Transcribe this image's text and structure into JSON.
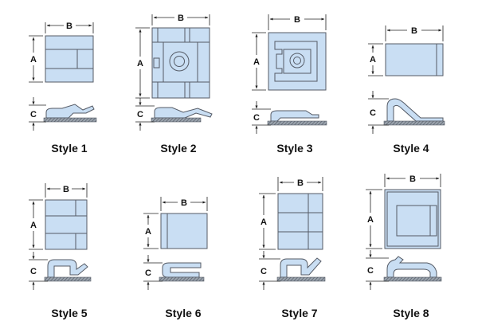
{
  "dimension_labels": {
    "width": "B",
    "height": "A",
    "clip_height": "C"
  },
  "styles": [
    {
      "label": "Style 1"
    },
    {
      "label": "Style 2"
    },
    {
      "label": "Style 3"
    },
    {
      "label": "Style 4"
    },
    {
      "label": "Style 5"
    },
    {
      "label": "Style 6"
    },
    {
      "label": "Style 7"
    },
    {
      "label": "Style 8"
    }
  ],
  "colors": {
    "part_fill": "#c9def3",
    "part_stroke": "#555b66",
    "base_hatch": "#6d7480",
    "dimension_line": "#222222"
  }
}
